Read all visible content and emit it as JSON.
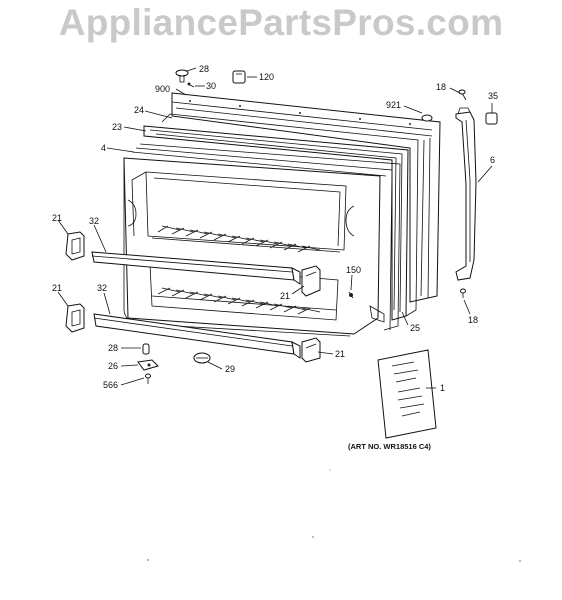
{
  "watermark": "AppliancePartsPros.com",
  "art_number": "(ART NO. WR18516 C4)",
  "callouts": {
    "c28_top": "28",
    "c30": "30",
    "c900": "900",
    "c120": "120",
    "c24": "24",
    "c23": "23",
    "c4": "4",
    "c921": "921",
    "c18_top": "18",
    "c35": "35",
    "c6": "6",
    "c21_left_top": "21",
    "c32_top": "32",
    "c21_left_bottom": "21",
    "c32_bottom": "32",
    "c150": "150",
    "c21_mid": "21",
    "c25": "25",
    "c18_bottom": "18",
    "c28_bottom": "28",
    "c26": "26",
    "c566": "566",
    "c29": "29",
    "c21_bottom": "21",
    "c1": "1"
  }
}
